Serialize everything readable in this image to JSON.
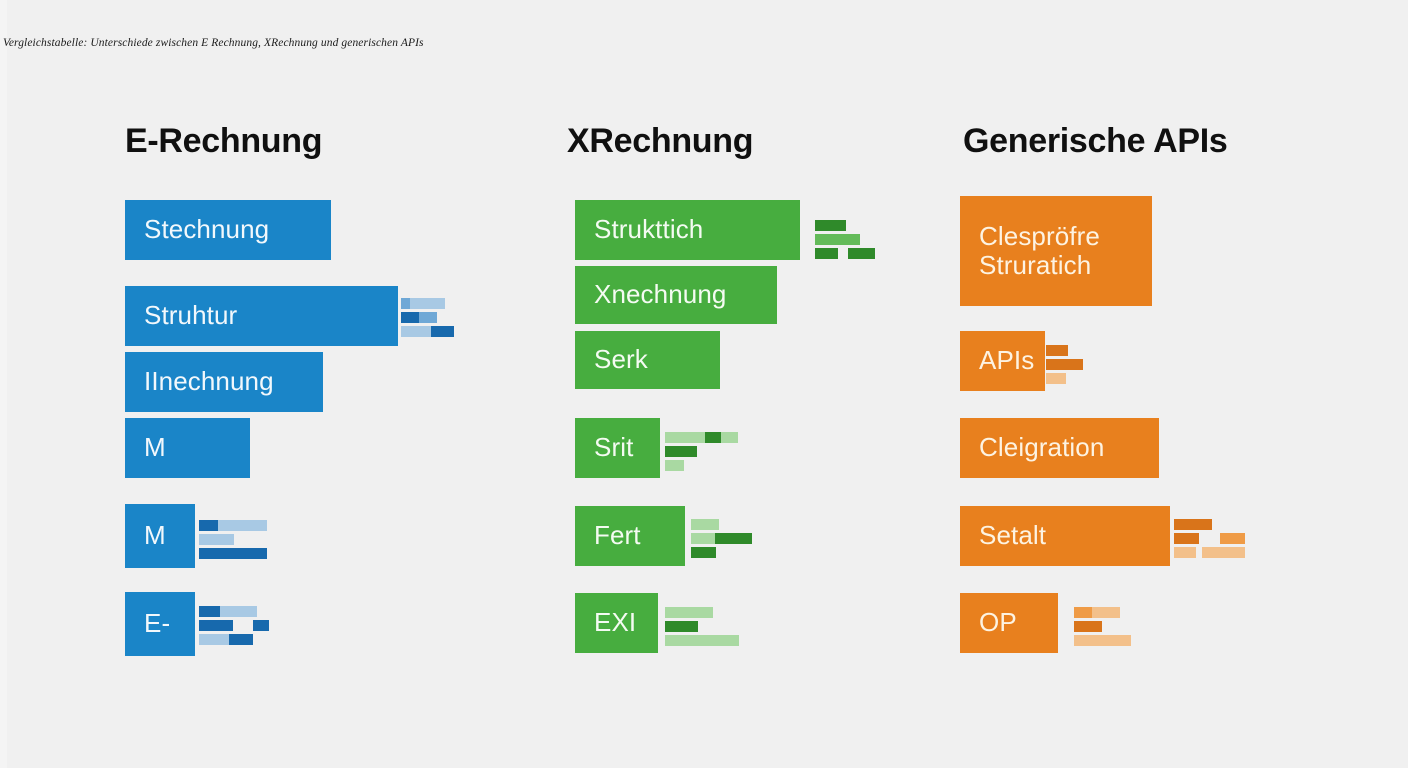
{
  "caption": "Vergleichstabelle: Unterschiede zwischen E Rechnung, XRechnung und generischen APIs",
  "colors": {
    "background": "#f0f0f0",
    "blue": "#1a85c8",
    "green": "#47ad3f",
    "orange": "#e8801e",
    "title_text": "#101010"
  },
  "columns": [
    {
      "id": "e-rechnung",
      "title": "E-Rechnung",
      "accent_color": "#1a85c8",
      "bars": [
        {
          "label": "Stechnung"
        },
        {
          "label": "Struhtur"
        },
        {
          "label": "IInechnung"
        },
        {
          "label": "M"
        },
        {
          "label": "M"
        },
        {
          "label": "E-"
        }
      ]
    },
    {
      "id": "xrechnung",
      "title": "XRechnung",
      "accent_color": "#47ad3f",
      "bars": [
        {
          "label": "Strukttich"
        },
        {
          "label": "Xnechnung"
        },
        {
          "label": "Serk"
        },
        {
          "label": "Srit"
        },
        {
          "label": "Fert"
        },
        {
          "label": "EXI"
        }
      ]
    },
    {
      "id": "generische-apis",
      "title": "Generische APIs",
      "accent_color": "#e8801e",
      "bars": [
        {
          "label": "Clespröfre\nStruratich"
        },
        {
          "label": "APIs"
        },
        {
          "label": "Cleigration"
        },
        {
          "label": "Setalt"
        },
        {
          "label": "OP"
        }
      ]
    }
  ]
}
